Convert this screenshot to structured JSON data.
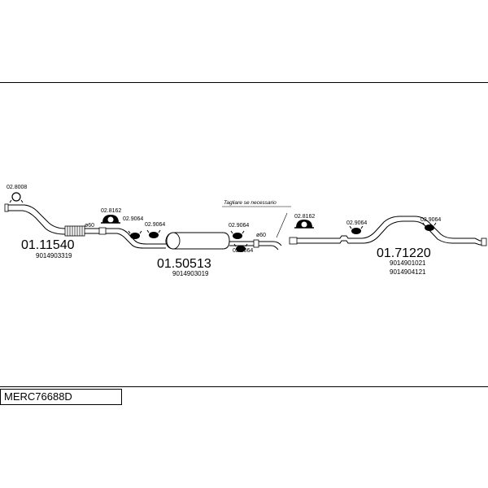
{
  "diagram_code": "MERC76688D",
  "sections": [
    {
      "number": "01.11540",
      "oem": [
        "9014903319"
      ]
    },
    {
      "number": "01.50513",
      "oem": [
        "9014903019"
      ]
    },
    {
      "number": "01.71220",
      "oem": [
        "9014901021",
        "9014904121"
      ]
    }
  ],
  "parts": {
    "clamp_front": "02.8008",
    "clamp_left": "02.8162",
    "hanger_a": "02.9064",
    "hanger_b": "02.9064",
    "hanger_c": "02.9064",
    "hanger_d": "02.9064",
    "clamp_right": "02.8162",
    "hanger_e": "02.9064",
    "hanger_f": "02.9064"
  },
  "diameter_left": "ø60",
  "diameter_right": "ø60",
  "cut_note": "Tagliare se necessario"
}
